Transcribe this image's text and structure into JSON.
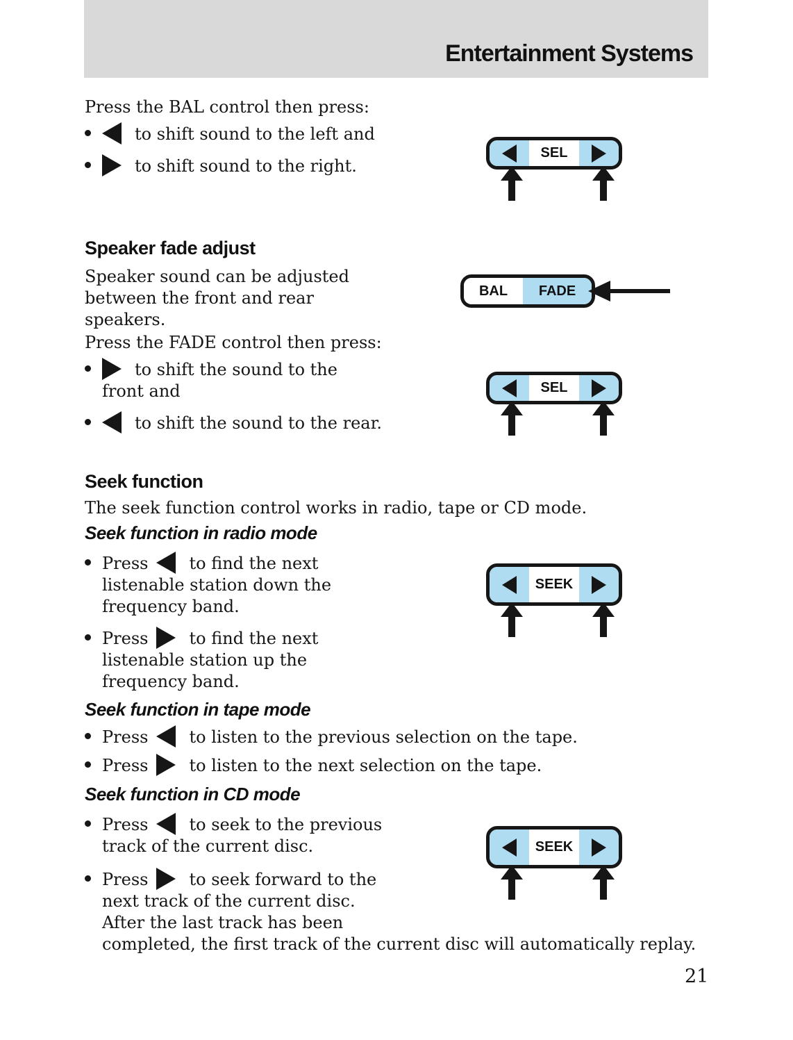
{
  "header": {
    "title": "Entertainment Systems"
  },
  "colors": {
    "band_gray": "#d9d9d9",
    "control_blue": "#b0dcf2",
    "ink": "#161616"
  },
  "intro": "Press the BAL control then press:",
  "balance_list": [
    {
      "icon": "left-triangle",
      "pre": "",
      "text": "to shift sound to the left and"
    },
    {
      "icon": "right-triangle",
      "pre": "",
      "text": "to shift sound to the right."
    }
  ],
  "fade": {
    "heading": "Speaker fade adjust",
    "body": "Speaker sound can be adjusted\nbetween the front and rear\nspeakers.",
    "press_line": "Press the FADE control then press:",
    "list": [
      {
        "icon": "right-triangle",
        "pre": "",
        "text": "to shift the sound to the\nfront and"
      },
      {
        "icon": "left-triangle",
        "pre": "",
        "text": "to shift the sound to the rear."
      }
    ]
  },
  "seek": {
    "heading": "Seek function",
    "body": "The seek function control works in radio, tape or CD mode.",
    "radio": {
      "heading": "Seek function in radio mode",
      "list": [
        {
          "icon": "left-triangle",
          "pre": "Press",
          "text": "to find the next\nlistenable station down the\nfrequency band."
        },
        {
          "icon": "right-triangle",
          "pre": "Press",
          "text": "to find the next\nlistenable station up the\nfrequency band."
        }
      ]
    },
    "tape": {
      "heading": "Seek function in tape mode",
      "list": [
        {
          "icon": "left-triangle",
          "pre": "Press",
          "text": "to listen to the previous selection on the tape."
        },
        {
          "icon": "right-triangle",
          "pre": "Press",
          "text": "to listen to the next selection on the tape."
        }
      ]
    },
    "cd": {
      "heading": "Seek function in CD mode",
      "list": [
        {
          "icon": "left-triangle",
          "pre": "Press",
          "text": "to seek to the previous\ntrack of the current disc."
        },
        {
          "icon": "right-triangle",
          "pre": "Press",
          "text": "to seek forward to the\nnext track of the current disc.\nAfter the last track has been\ncompleted, the first track of the current disc will automatically replay."
        }
      ]
    }
  },
  "controls": {
    "sel_label": "SEL",
    "bal_label": "BAL",
    "fade_label": "FADE",
    "seek_label": "SEEK"
  },
  "page_number": "21"
}
